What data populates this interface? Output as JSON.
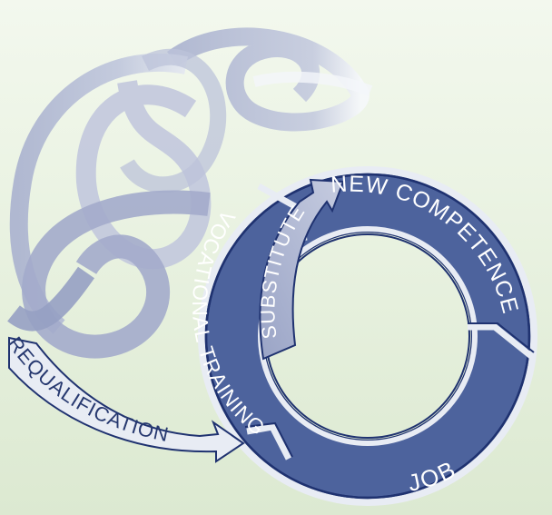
{
  "diagram": {
    "labels": {
      "new_competence": "NEW COMPETENCE",
      "vocational_training": "VOCATIONAL TRAINING",
      "substitute": "SUBSTITUTE",
      "job": "JOB",
      "requalification": "REQUALIFICATION"
    },
    "colors": {
      "ring_fill": "#4d639d",
      "ring_outline": "#1f3270",
      "ring_light": "#e8ecf4",
      "ribbon_pale": "#c9cee0",
      "ribbon_mid": "#aeb5d0",
      "ribbon_dark": "#8f99bf",
      "background_top": "#f3f8ee",
      "background_bottom": "#dce9d1"
    }
  }
}
